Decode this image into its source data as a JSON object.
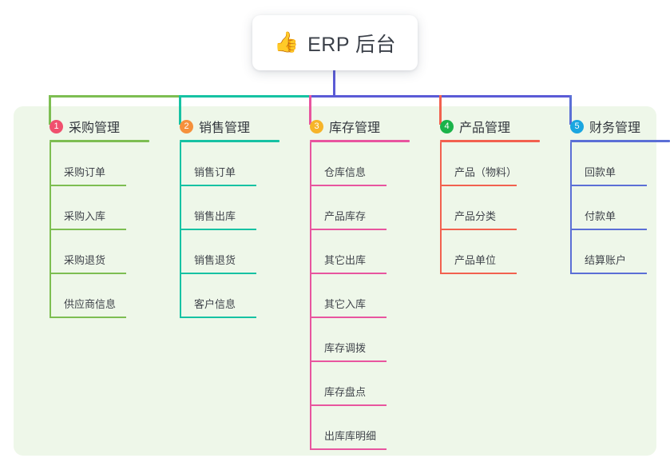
{
  "page": {
    "background": "#ffffff",
    "panel_background": "#eef7e9"
  },
  "root_node": {
    "icon": "thumbs-up-icon",
    "emoji": "👍",
    "label": "ERP 后台"
  },
  "trunk_color": "#5b5bd6",
  "columns": [
    {
      "index": "1",
      "badge_color": "#f0506e",
      "line_color": "#7dbe52",
      "title": "采购管理",
      "items": [
        {
          "label": "采购订单"
        },
        {
          "label": "采购入库"
        },
        {
          "label": "采购退货"
        },
        {
          "label": "供应商信息"
        }
      ]
    },
    {
      "index": "2",
      "badge_color": "#f5903c",
      "line_color": "#16c2a3",
      "title": "销售管理",
      "items": [
        {
          "label": "销售订单"
        },
        {
          "label": "销售出库"
        },
        {
          "label": "销售退货"
        },
        {
          "label": "客户信息"
        }
      ]
    },
    {
      "index": "3",
      "badge_color": "#f6b429",
      "line_color": "#e8559f",
      "title": "库存管理",
      "items": [
        {
          "label": "仓库信息"
        },
        {
          "label": "产品库存"
        },
        {
          "label": "其它出库"
        },
        {
          "label": "其它入库"
        },
        {
          "label": "库存调拨"
        },
        {
          "label": "库存盘点"
        },
        {
          "label": "出库库明细"
        }
      ]
    },
    {
      "index": "4",
      "badge_color": "#1bb34a",
      "line_color": "#f2614f",
      "title": "产品管理",
      "items": [
        {
          "label": "产品（物料）"
        },
        {
          "label": "产品分类"
        },
        {
          "label": "产品单位"
        }
      ]
    },
    {
      "index": "5",
      "badge_color": "#1aa6e0",
      "line_color": "#5b6fd6",
      "title": "财务管理",
      "items": [
        {
          "label": "回款单"
        },
        {
          "label": "付款单"
        },
        {
          "label": "结算账户"
        }
      ]
    }
  ]
}
